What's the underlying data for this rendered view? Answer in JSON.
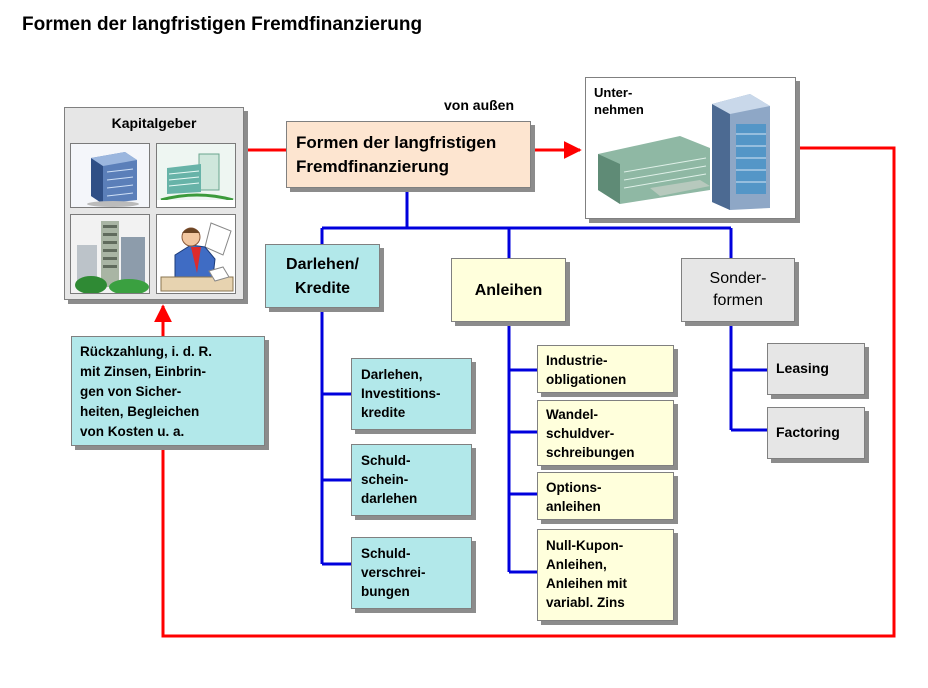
{
  "title": "Formen der langfristigen Fremdfinanzierung",
  "colors": {
    "red": "#ff0000",
    "blue": "#0000dd",
    "cyan_box": "#b2e8ea",
    "yellow_box": "#ffffdc",
    "gray_box": "#e6e6e6",
    "peach_box": "#fde5d0"
  },
  "kapitalgeber": {
    "label": "Kapitalgeber",
    "images": [
      "office-building-icon",
      "modern-building-icon",
      "city-towers-icon",
      "businessman-icon"
    ]
  },
  "center": {
    "label": "Formen der langfristigen\nFremdfinanzierung"
  },
  "von_aussen": "von außen",
  "unternehmen": {
    "label": "Unter-\nnehmen",
    "image": "corporate-buildings-icon"
  },
  "rueckzahlung": "Rückzahlung, i. d. R.\nmit Zinsen, Einbrin-\ngen von Sicher-\nheiten, Begleichen\nvon Kosten u. a.",
  "categories": {
    "darlehen": {
      "label": "Darlehen/\nKredite",
      "items": [
        "Darlehen,\nInvestitions-\nkredite",
        "Schuld-\nschein-\ndarlehen",
        "Schuld-\nverschrei-\nbungen"
      ]
    },
    "anleihen": {
      "label": "Anleihen",
      "items": [
        "Industrie-\nobligationen",
        "Wandel-\nschuldver-\nschreibungen",
        "Options-\nanleihen",
        "Null-Kupon-\nAnleihen,\nAnleihen mit\nvariabl. Zins"
      ]
    },
    "sonder": {
      "label": "Sonder-\nformen",
      "items": [
        "Leasing",
        "Factoring"
      ]
    }
  }
}
